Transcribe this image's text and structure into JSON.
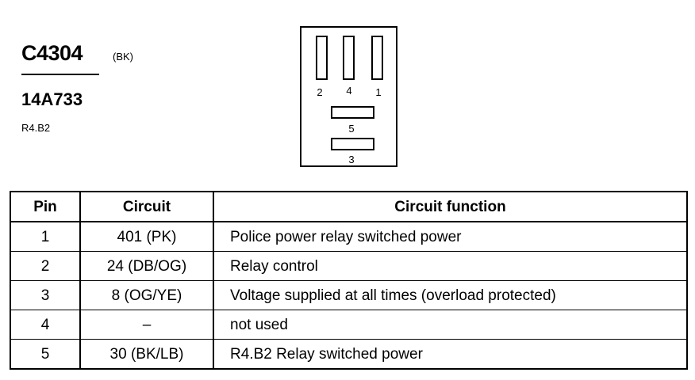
{
  "connector": {
    "id": "C4304",
    "color": "(BK)",
    "part_number": "14A733",
    "location": "R4.B2"
  },
  "connector_face": {
    "pins": [
      {
        "number": "2"
      },
      {
        "number": "4"
      },
      {
        "number": "1"
      },
      {
        "number": "5"
      },
      {
        "number": "3"
      }
    ]
  },
  "table": {
    "headers": {
      "pin": "Pin",
      "circuit": "Circuit",
      "function": "Circuit function"
    },
    "rows": [
      {
        "pin": "1",
        "circuit": "401 (PK)",
        "function": "Police power relay switched power"
      },
      {
        "pin": "2",
        "circuit": "24 (DB/OG)",
        "function": "Relay control"
      },
      {
        "pin": "3",
        "circuit": "8 (OG/YE)",
        "function": "Voltage supplied at all times (overload protected)"
      },
      {
        "pin": "4",
        "circuit": "–",
        "function": "not used"
      },
      {
        "pin": "5",
        "circuit": "30 (BK/LB)",
        "function": "R4.B2 Relay switched power"
      }
    ]
  }
}
